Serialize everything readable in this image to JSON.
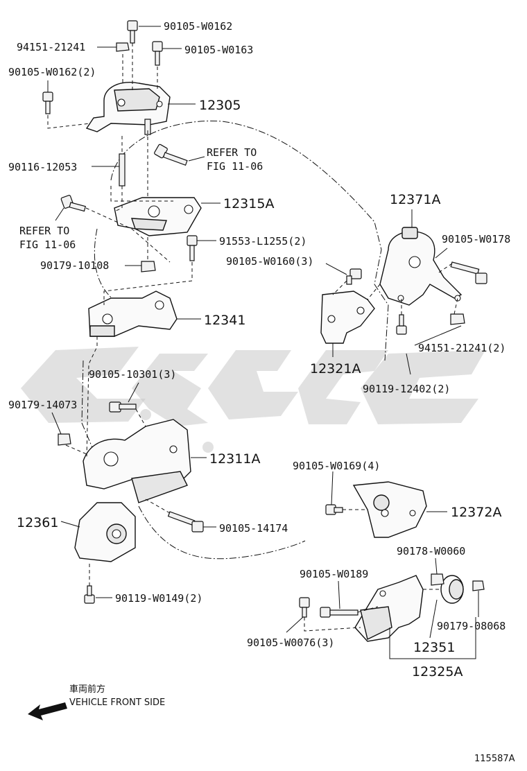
{
  "labels": {
    "l_90105_W0162": "90105-W0162",
    "l_94151_21241": "94151-21241",
    "l_90105_W0163": "90105-W0163",
    "l_90105_W0162_2": "90105-W0162(2)",
    "l_12305": "12305",
    "l_refer_a1": "REFER TO",
    "l_refer_a2": "FIG 11-06",
    "l_90116_12053": "90116-12053",
    "l_12315A": "12315A",
    "l_refer_b1": "REFER TO",
    "l_refer_b2": "FIG 11-06",
    "l_91553_L1255_2": "91553-L1255(2)",
    "l_90179_10108": "90179-10108",
    "l_12341": "12341",
    "l_12371A": "12371A",
    "l_90105_W0178": "90105-W0178",
    "l_90105_W0160_3": "90105-W0160(3)",
    "l_94151_21241_2": "94151-21241(2)",
    "l_12321A": "12321A",
    "l_90119_12402_2": "90119-12402(2)",
    "l_90105_10301_3": "90105-10301(3)",
    "l_90179_14073": "90179-14073",
    "l_12311A": "12311A",
    "l_12361": "12361",
    "l_90105_14174": "90105-14174",
    "l_90119_W0149_2": "90119-W0149(2)",
    "l_90105_W0169_4": "90105-W0169(4)",
    "l_12372A": "12372A",
    "l_90178_W0060": "90178-W0060",
    "l_90105_W0189": "90105-W0189",
    "l_90179_08068": "90179-08068",
    "l_90105_W0076_3": "90105-W0076(3)",
    "l_12351": "12351",
    "l_12325A": "12325A"
  },
  "direction": {
    "japanese": "車両前方",
    "english": "VEHICLE FRONT SIDE",
    "arrow_icon": "arrow-left-icon"
  },
  "figure_id": "115587A",
  "watermark": {
    "icon": "watermark-logo-icon",
    "color": "#c8c8c8"
  }
}
